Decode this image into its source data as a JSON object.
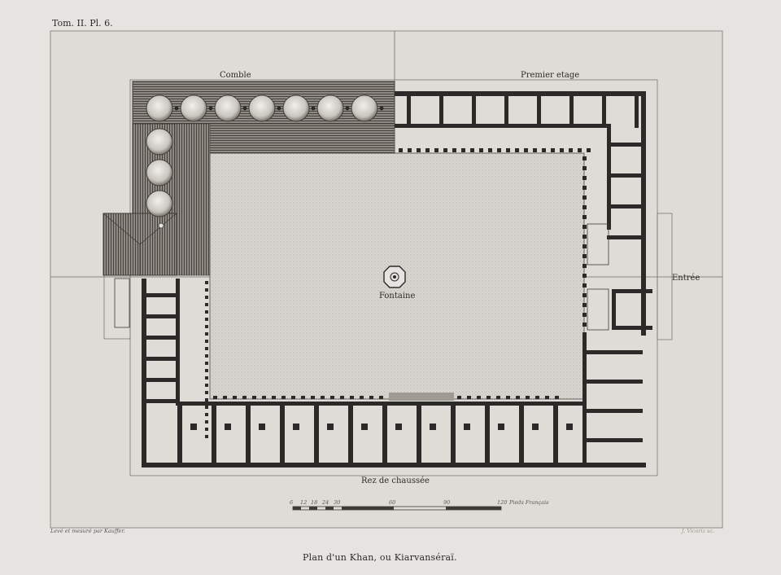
{
  "plate_number": "Tom. II. Pl. 6.",
  "labels": {
    "roof": "Comble",
    "first_floor": "Premier etage",
    "ground_floor": "Rez de chaussée",
    "fountain": "Fontaine",
    "entrance": "Entrée"
  },
  "scale_bar": {
    "ticks": [
      "6",
      "12",
      "18",
      "24",
      "30",
      "60",
      "90",
      "120"
    ],
    "unit": "Pieds Français"
  },
  "credit_left": "Levé et mesuré par Kauffer.",
  "credit_right": "J. Vicoriz sc.",
  "caption": "Plan d'un Khan, ou Kiarvanséraï."
}
